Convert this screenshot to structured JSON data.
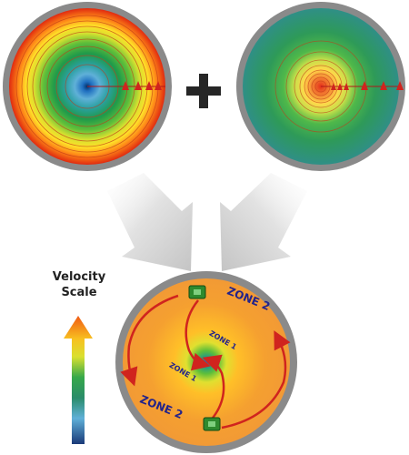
{
  "diagram": {
    "velocity_scale": {
      "line1": "Velocity",
      "line2": "Scale"
    },
    "zones": {
      "zone2_top": "ZONE 2",
      "zone2_bottom": "ZONE 2",
      "zone1_top": "ZONE 1",
      "zone1_bottom": "ZONE 1"
    },
    "colors": {
      "zone_label": "#23238a",
      "flow_arrow": "#d0241e",
      "rim": "#8a8a8a",
      "plus_sign": "#262626",
      "combine_arrow": "#d6d6d6",
      "nozzle": "#2e8a2e"
    },
    "icons": {
      "plus": "plus-icon",
      "arrows": "downward-arrow-icon",
      "nozzles": "nozzle-icon"
    }
  }
}
